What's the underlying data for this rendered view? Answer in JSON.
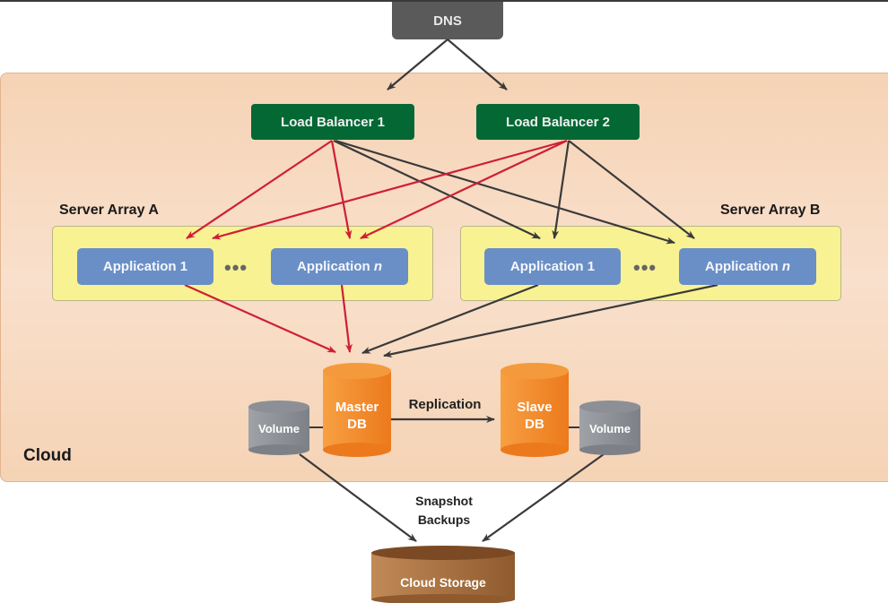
{
  "dns": {
    "label": "DNS"
  },
  "load_balancers": [
    {
      "label": "Load Balancer 1"
    },
    {
      "label": "Load Balancer 2"
    }
  ],
  "server_arrays": [
    {
      "label": "Server Array A",
      "apps": [
        "Application 1",
        "Application n"
      ],
      "ellipsis": "•••"
    },
    {
      "label": "Server Array B",
      "apps": [
        "Application 1",
        "Application n"
      ],
      "ellipsis": "•••"
    }
  ],
  "databases": {
    "master": {
      "line1": "Master",
      "line2": "DB"
    },
    "slave": {
      "line1": "Slave",
      "line2": "DB"
    },
    "volume_left": "Volume",
    "volume_right": "Volume",
    "replication_label": "Replication"
  },
  "cloud": {
    "label": "Cloud"
  },
  "backups": {
    "line1": "Snapshot",
    "line2": "Backups"
  },
  "storage": {
    "label": "Cloud Storage"
  },
  "colors": {
    "dns": "#5a5a5a",
    "load_balancer": "#046834",
    "application": "#6a8fc6",
    "server_array": "#f8f293",
    "cloud": "#f5d3b5",
    "database": "#f08a2a",
    "volume": "#8f9399",
    "storage": "#a06a3a",
    "arrow_red": "#cf1f35",
    "arrow_dark": "#3a3a3a"
  }
}
